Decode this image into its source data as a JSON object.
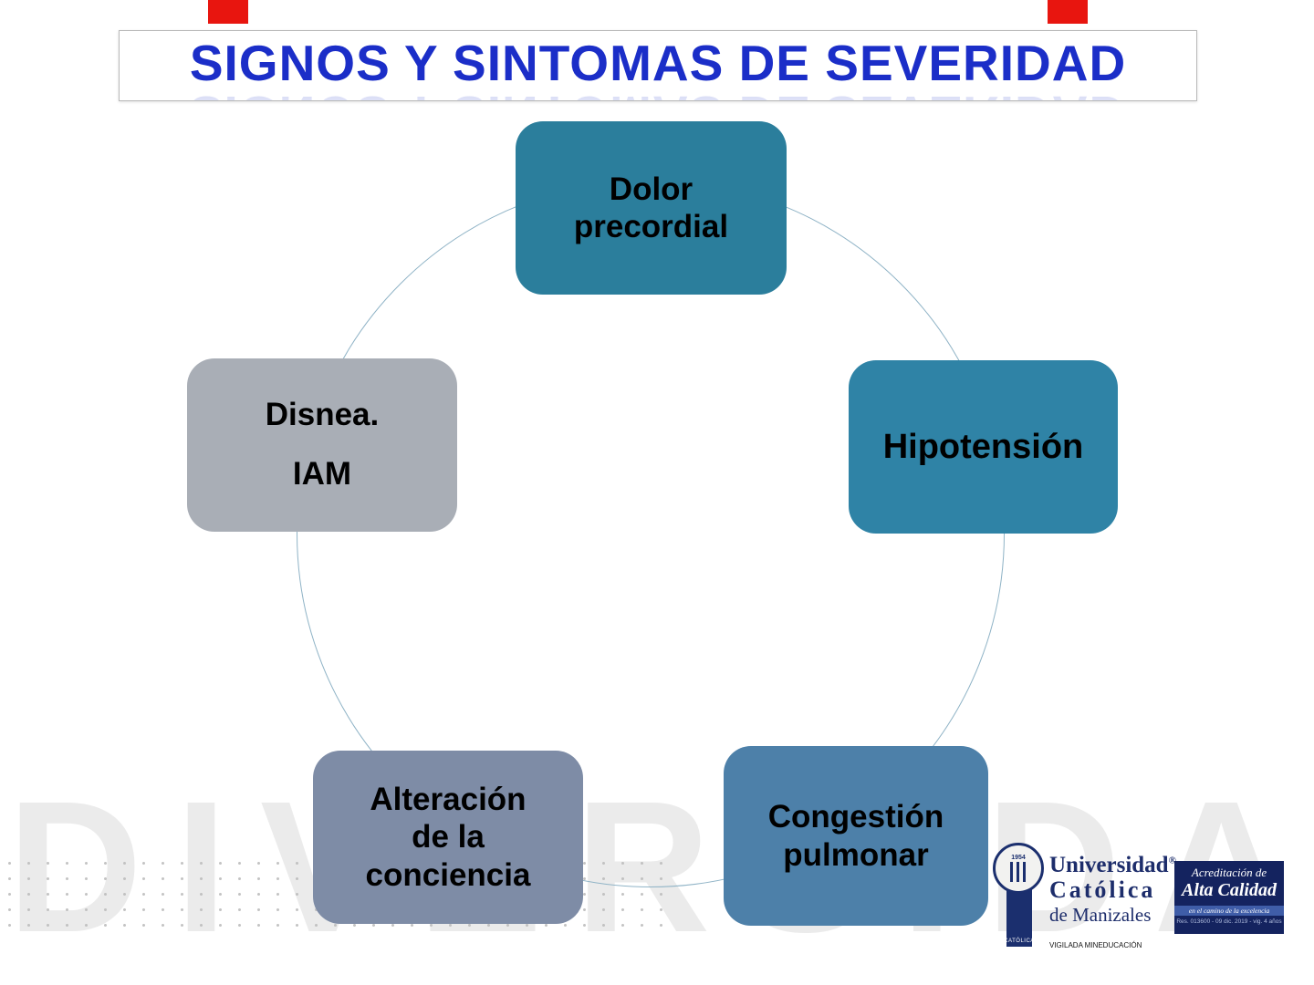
{
  "title": {
    "text": "SIGNOS Y SINTOMAS DE SEVERIDAD",
    "color": "#1b2ec8"
  },
  "watermark": {
    "text": "DIVERSIDAD"
  },
  "diagram": {
    "circle_color": "#8fb3c6",
    "nodes": [
      {
        "label": "Dolor\nprecordial",
        "color": "#2b7e9c"
      },
      {
        "label": "Hipotensión",
        "color": "#2f83a6"
      },
      {
        "label": "Congestión\npulmonar",
        "color": "#4d80a9"
      },
      {
        "label": "Alteración\nde la\nconciencia",
        "color": "#7e8ca6"
      },
      {
        "label": "Disnea.\nIAM",
        "color": "#a9aeb6"
      }
    ]
  },
  "marks": {
    "color": "#e8150f"
  },
  "footer": {
    "university": {
      "line1": "Universidad",
      "registered": "®",
      "line2": "Católica",
      "line3": "de Manizales",
      "ribbon_label": "CATÓLICA",
      "seal_year": "1954",
      "vigilada": "VIGILADA MINEDUCACIÓN"
    },
    "accreditation": {
      "line1": "Acreditación de",
      "line2": "Alta Calidad",
      "line3": "en el camino de la excelencia",
      "line4": "Res. 013600 - 09 dic. 2019 - vig. 4 años"
    }
  }
}
